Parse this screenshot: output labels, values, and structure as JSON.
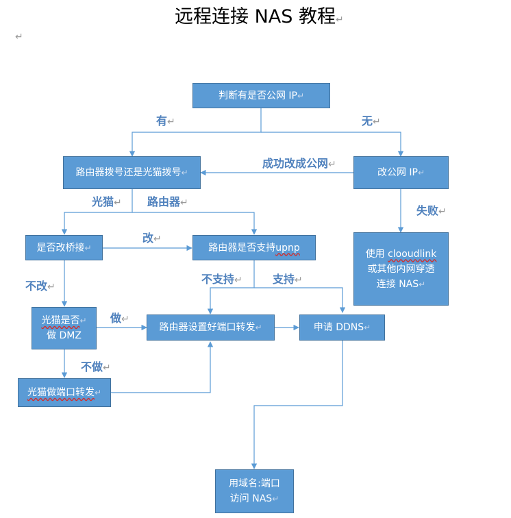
{
  "title": "远程连接 NAS 教程",
  "return_mark": "↵",
  "nodes": {
    "check_ip": "判断有是否公网 IP",
    "router_or_modem": "路由器拨号还是光猫拨号",
    "change_ip": "改公网 IP",
    "bridge_check": "是否改桥接",
    "upnp_check_prefix": "路由器是否支持 ",
    "upnp_word": "upnp",
    "intranet_prefix": "使用 ",
    "intranet_word": "clooudlink",
    "intranet_line2": "或其他内网穿透",
    "intranet_line3": "连接 NAS",
    "modem_dmz_line1": "光猫是否",
    "modem_dmz_line2": "做 DMZ",
    "router_forward": "路由器设置好端口转发",
    "ddns": "申请 DDNS",
    "modem_forward": "光猫做端口转发",
    "access_line1": "用域名:端口",
    "access_line2": "访问 NAS"
  },
  "labels": {
    "has": "有",
    "none": "无",
    "changed_success": "成功改成公网",
    "fail": "失败",
    "modem": "光猫",
    "router": "路由器",
    "change": "改",
    "no_change": "不改",
    "not_support": "不支持",
    "support": "支持",
    "do": "做",
    "not_do": "不做"
  },
  "colors": {
    "box_fill": "#5b9bd5",
    "box_border": "#41719c",
    "arrow": "#5b9bd5",
    "label_text": "#4f81bd"
  }
}
